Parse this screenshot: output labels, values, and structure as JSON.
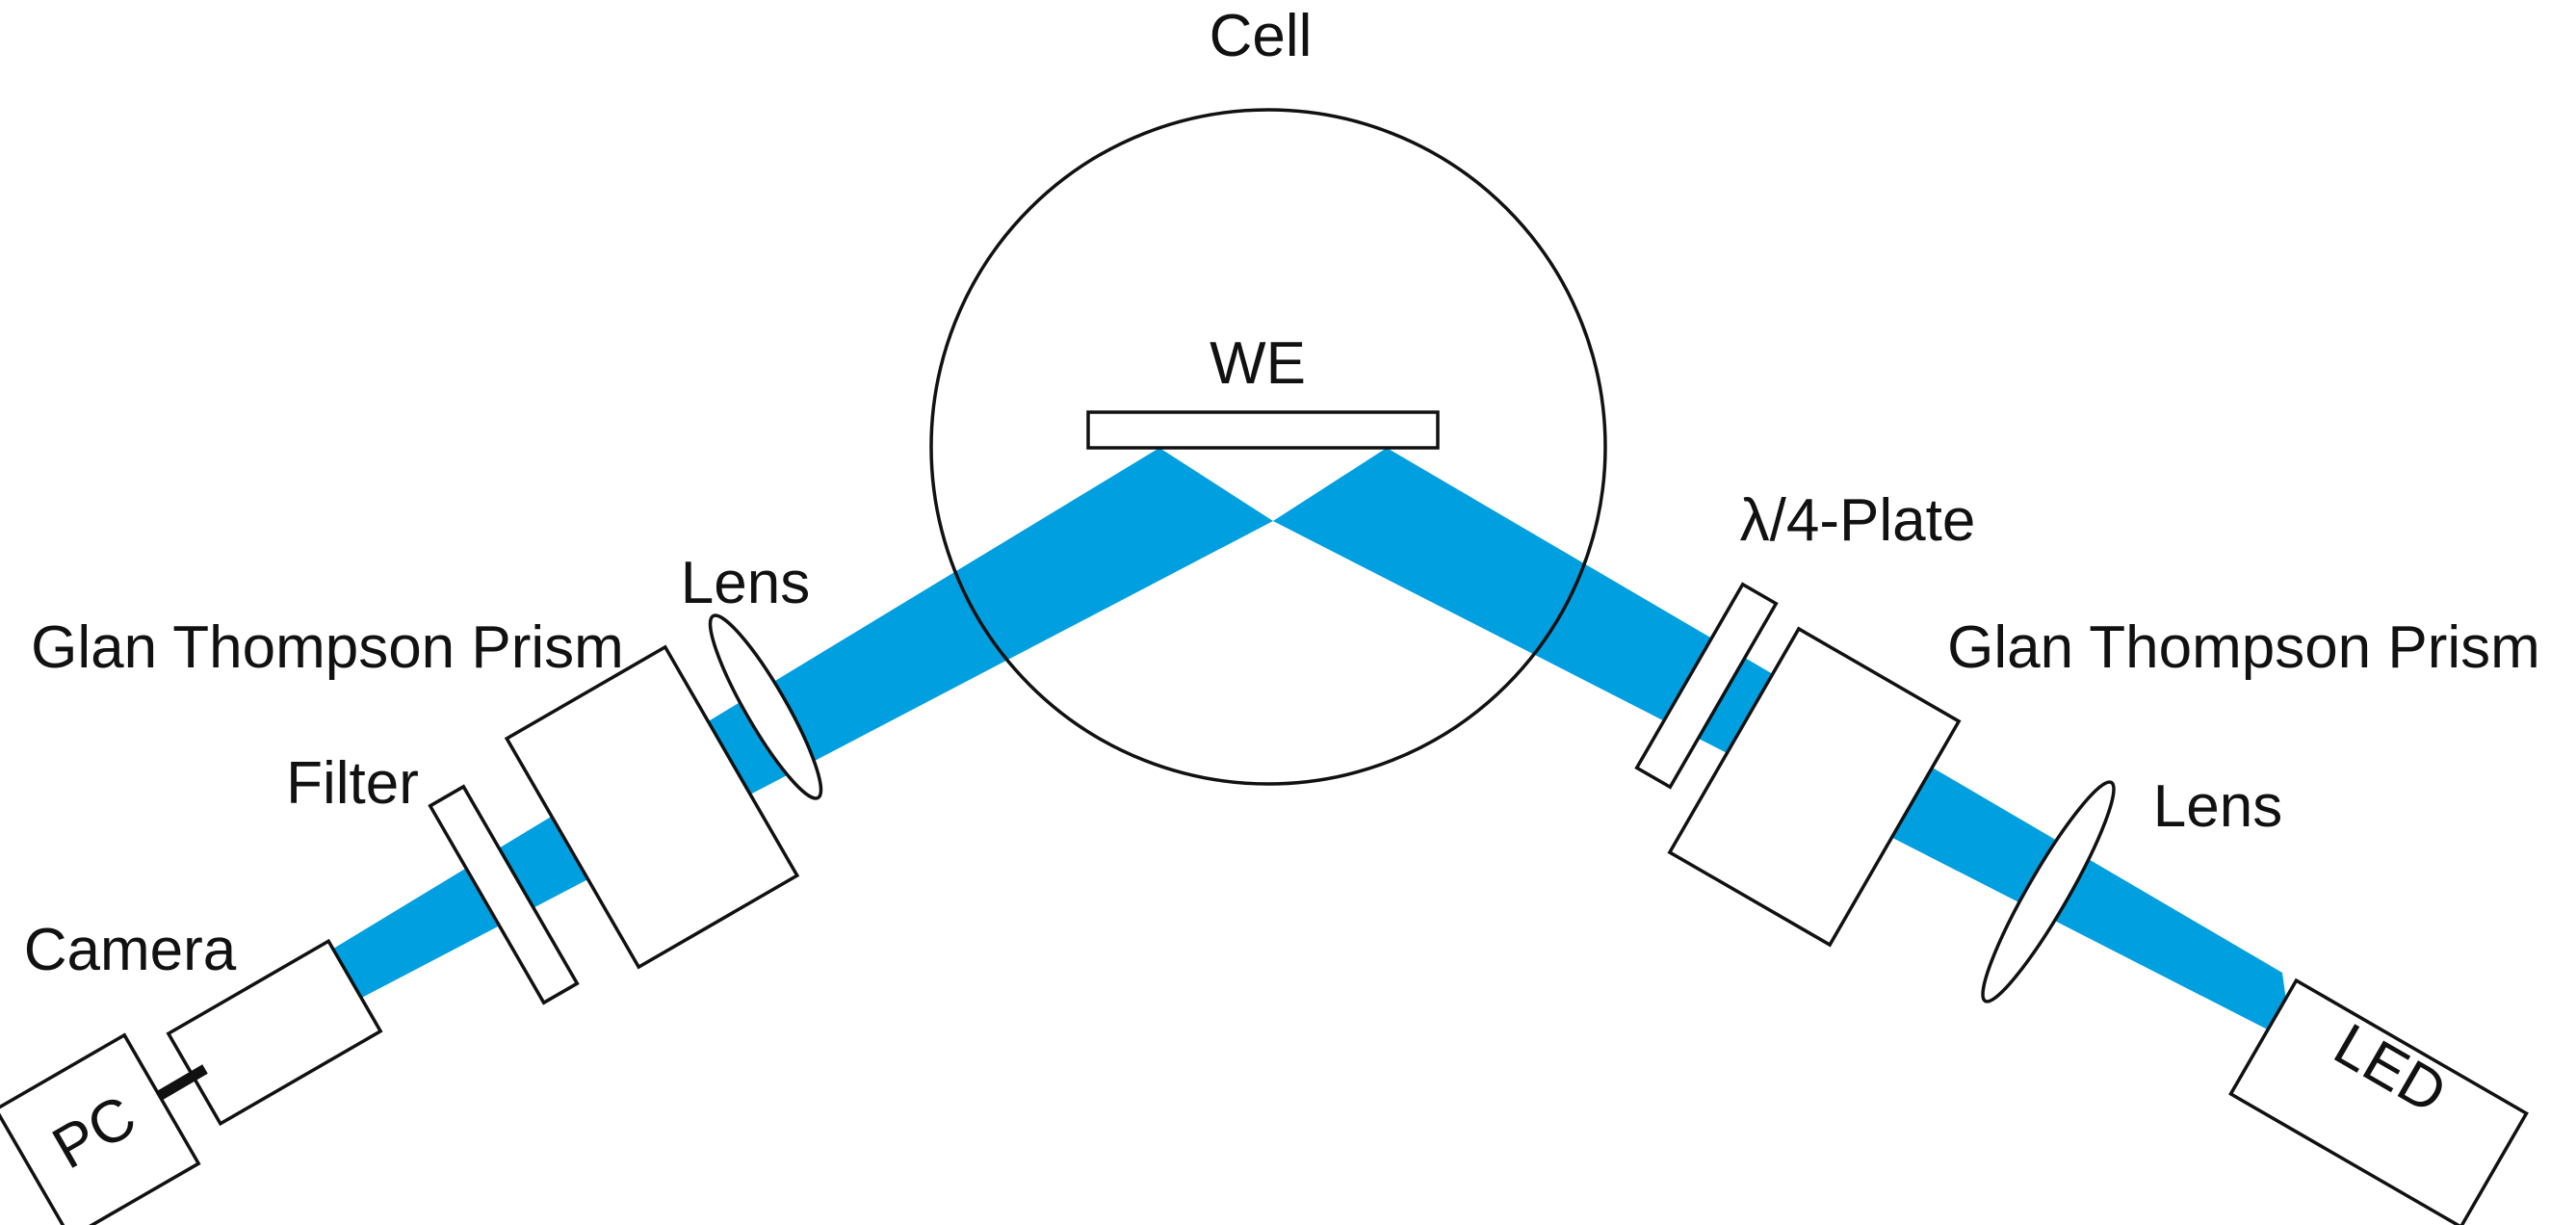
{
  "colors": {
    "beam": "#009fe0",
    "line": "#111111",
    "background": "#ffffff"
  },
  "labels": {
    "cell": "Cell",
    "we": "WE",
    "lambda_plate": "λ/4-Plate",
    "prism_right": "Glan Thompson Prism",
    "lens_right": "Lens",
    "led": "LED",
    "lens_left": "Lens",
    "prism_left": "Glan Thompson Prism",
    "filter": "Filter",
    "camera": "Camera",
    "pc": "PC"
  }
}
